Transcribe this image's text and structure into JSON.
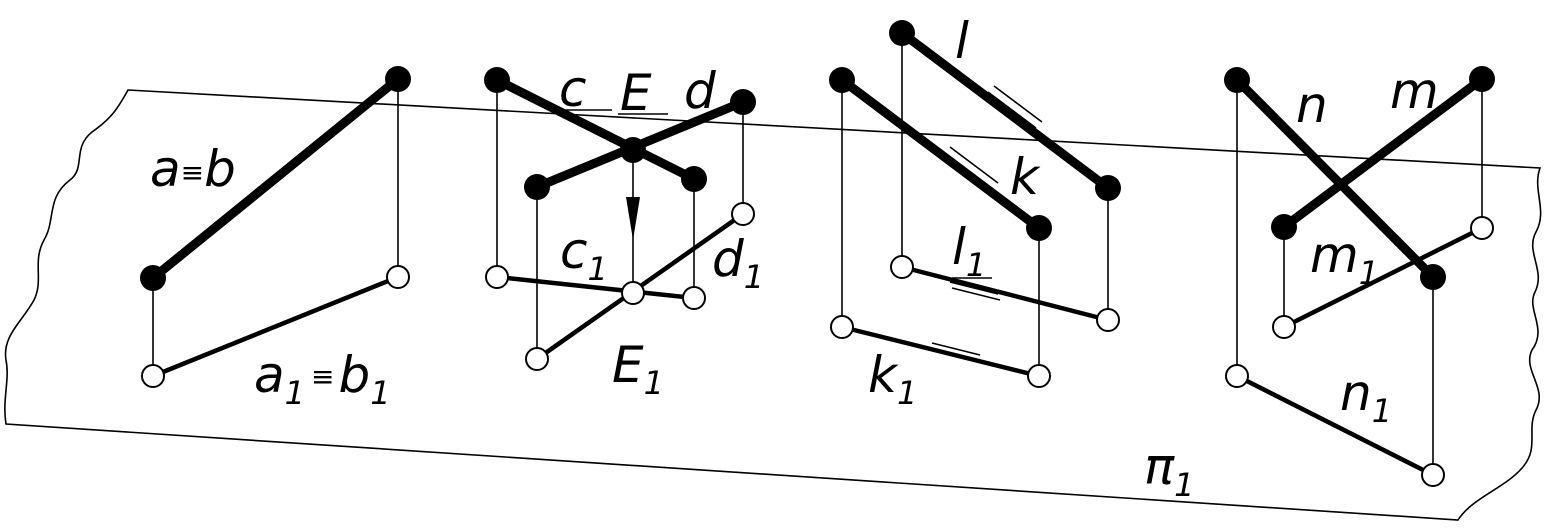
{
  "groups": [
    {
      "id": "coincident",
      "lines": [
        {
          "label": "a",
          "relation": "≡",
          "label2": "b"
        }
      ],
      "projection": {
        "label": "a",
        "subscript": "1",
        "relation": "≡",
        "label2": "b",
        "subscript2": "1"
      }
    },
    {
      "id": "intersecting",
      "lines": [
        {
          "label": "c"
        },
        {
          "label": "d"
        }
      ],
      "intersection_point": {
        "label": "E",
        "projection_label": "E",
        "projection_subscript": "1"
      },
      "projections": [
        {
          "label": "c",
          "subscript": "1"
        },
        {
          "label": "d",
          "subscript": "1"
        }
      ]
    },
    {
      "id": "parallel",
      "lines": [
        {
          "label": "l"
        },
        {
          "label": "k"
        }
      ],
      "projections": [
        {
          "label": "l",
          "subscript": "1"
        },
        {
          "label": "k",
          "subscript": "1"
        }
      ]
    },
    {
      "id": "skew",
      "lines": [
        {
          "label": "n"
        },
        {
          "label": "m"
        }
      ],
      "projections": [
        {
          "label": "m",
          "subscript": "1"
        },
        {
          "label": "n",
          "subscript": "1"
        }
      ]
    }
  ],
  "plane": {
    "label": "π",
    "subscript": "1"
  },
  "colors": {
    "ink": "#000000",
    "background": "#ffffff",
    "hollow_point_fill": "#ffffff"
  }
}
